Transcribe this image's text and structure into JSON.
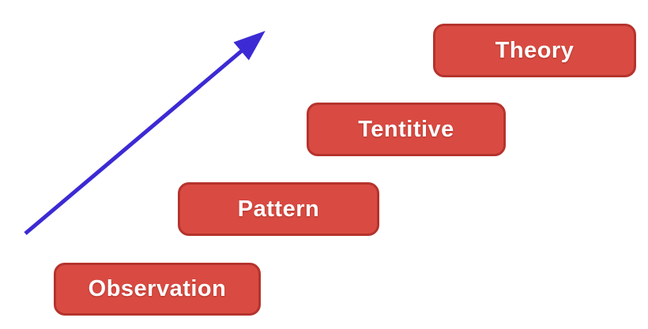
{
  "diagram": {
    "boxes": [
      {
        "label": "Observation"
      },
      {
        "label": "Pattern"
      },
      {
        "label": "Tentitive"
      },
      {
        "label": "Theory"
      }
    ],
    "arrow": {
      "name": "progression-arrow",
      "direction": "up-right"
    }
  },
  "colors": {
    "box_fill": "#d94b42",
    "box_border": "#b5332d",
    "box_text": "#ffffff",
    "arrow": "#3c2ad4",
    "background": "#ffffff"
  }
}
